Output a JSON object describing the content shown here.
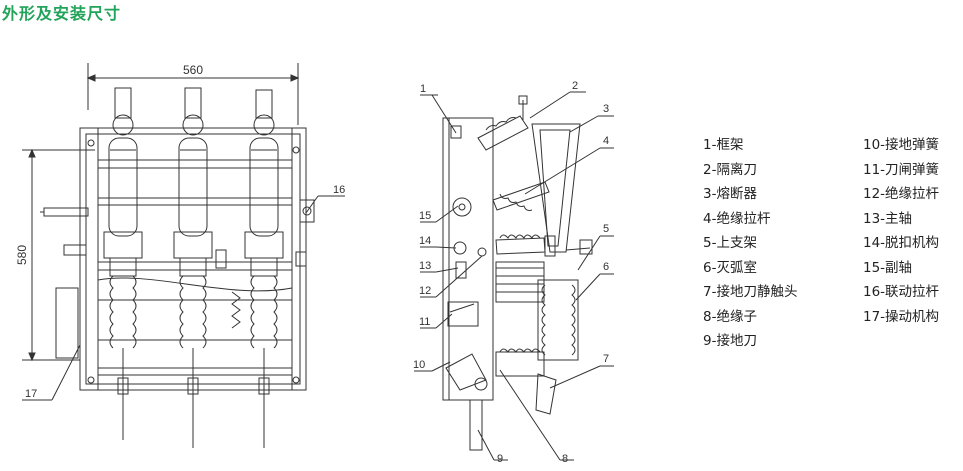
{
  "title": "外形及安装尺寸",
  "dimensions": {
    "width": "560",
    "height": "580"
  },
  "front_view_callouts": [
    "16",
    "17"
  ],
  "side_view_callouts": [
    "1",
    "2",
    "3",
    "4",
    "5",
    "6",
    "7",
    "8",
    "9",
    "10",
    "11",
    "12",
    "13",
    "14",
    "15"
  ],
  "legend": {
    "left": [
      "1-框架",
      "2-隔离刀",
      "3-熔断器",
      "4-绝缘拉杆",
      "5-上支架",
      "6-灭弧室",
      "7-接地刀静触头",
      "8-绝缘子",
      "9-接地刀"
    ],
    "right": [
      "10-接地弹簧",
      "11-刀闸弹簧",
      "12-绝缘拉杆",
      "13-主轴",
      "14-脱扣机构",
      "15-副轴",
      "16-联动拉杆",
      "17-操动机构"
    ]
  },
  "colors": {
    "title": "#22a35a",
    "line": "#333333"
  }
}
